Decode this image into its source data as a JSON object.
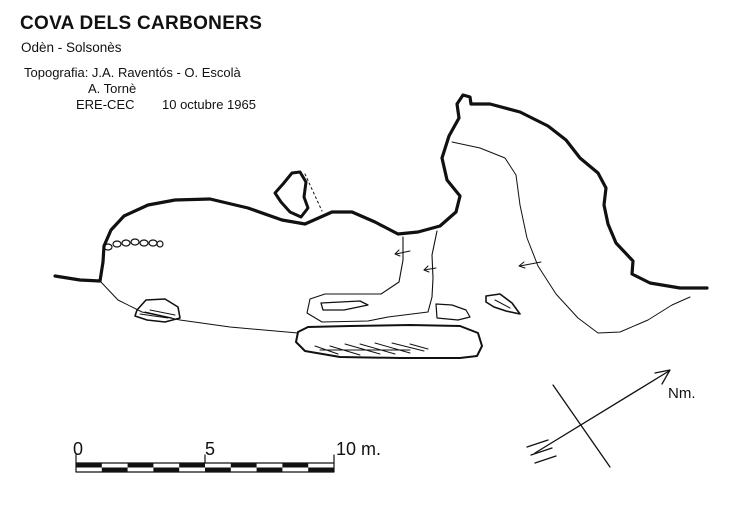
{
  "title": "COVA DELS CARBONERS",
  "subtitle": "Odèn - Solsonès",
  "credits": {
    "line1": "Topografia: J.A. Raventós - O. Escolà",
    "line2": "A. Tornè",
    "line3_org": "ERE-CEC",
    "line3_date": "10 octubre 1965"
  },
  "north_label": "Nm.",
  "scale_bar": {
    "ticks": [
      "0",
      "5",
      "10 m."
    ],
    "segments": 10,
    "length_m": 10
  },
  "colors": {
    "ink": "#111111",
    "background": "#ffffff"
  }
}
